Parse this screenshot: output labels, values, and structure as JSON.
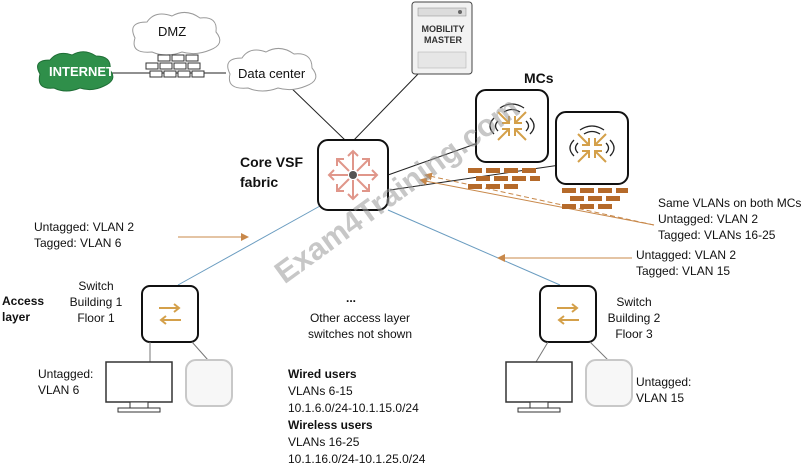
{
  "labels": {
    "internet": "INTERNET",
    "dmz": "DMZ",
    "data_center": "Data center",
    "mobility_master_line1": "MOBILITY",
    "mobility_master_line2": "MASTER",
    "mcs": "MCs",
    "core_vsf": "Core VSF",
    "core_fabric": "fabric",
    "untagged_vlan2_left": "Untagged: VLAN 2",
    "tagged_vlan6": "Tagged: VLAN 6",
    "same_vlans": "Same VLANs on both MCs",
    "untagged_vlan2_mc": "Untagged: VLAN 2",
    "tagged_vlans_16_25": "Tagged: VLANs 16-25",
    "untagged_vlan2_right": "Untagged: VLAN 2",
    "tagged_vlan15": "Tagged: VLAN 15",
    "access": "Access",
    "layer": "layer",
    "sw1_line1": "Switch",
    "sw1_line2": "Building 1",
    "sw1_line3": "Floor 1",
    "ellipsis": "...",
    "other_line1": "Other access layer",
    "other_line2": "switches not shown",
    "sw2_line1": "Switch",
    "sw2_line2": "Building 2",
    "sw2_line3": "Floor 3",
    "untagged_left": "Untagged:",
    "vlan6": "VLAN 6",
    "untagged_right": "Untagged:",
    "vlan15": "VLAN 15",
    "wired_users": "Wired users",
    "wired_vlans": "VLANs 6-15",
    "wired_subnets": "10.1.6.0/24-10.1.15.0/24",
    "wireless_users": "Wireless users",
    "wireless_vlans": "VLANs 16-25",
    "wireless_subnets": "10.1.16.0/24-10.1.25.0/24",
    "watermark": "Exam4Training.com"
  },
  "icons": {
    "internet": "cloud-icon",
    "dmz": "cloud-icon",
    "data_center": "cloud-icon",
    "firewall": "firewall-icon",
    "mobility_master": "server-icon",
    "controller": "controller-icon",
    "core_switch": "core-switch-icon",
    "access_switch": "switch-icon",
    "computer": "computer-icon",
    "access_point": "access-point-icon"
  },
  "colors": {
    "internet_cloud": "#2f8f4a",
    "orange_accent": "#d4a04a",
    "arrow": "#c8884a",
    "link_blue": "#6a9cc0",
    "brick": "#b56a2a",
    "line": "#222222"
  }
}
